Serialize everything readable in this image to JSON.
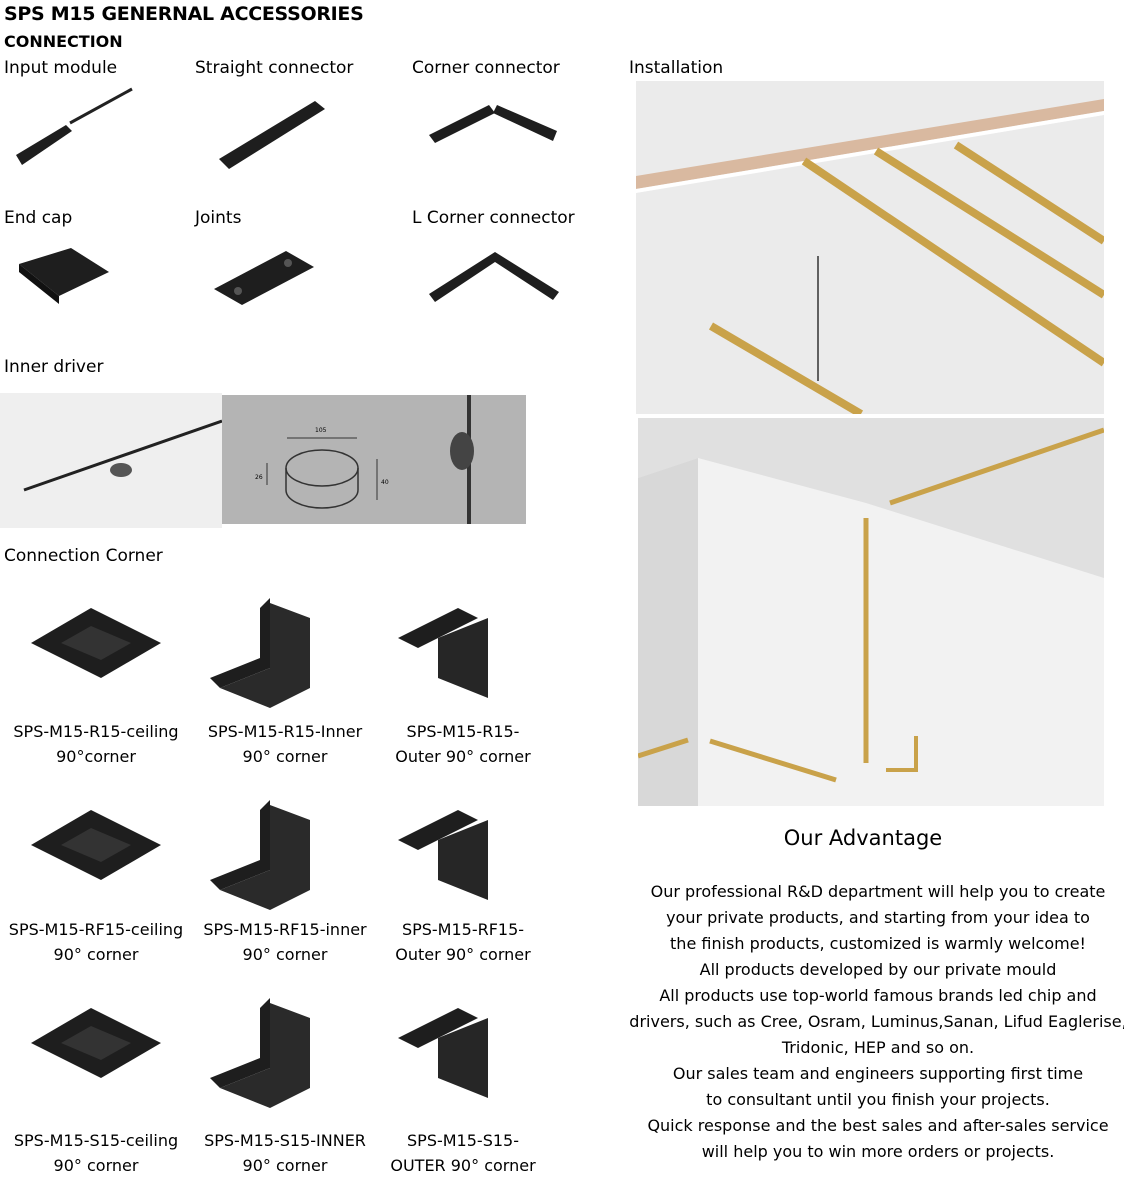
{
  "title": "SPS M15 GENERNAL ACCESSORIES",
  "section": "CONNECTION",
  "connection_items": [
    "Input module",
    "Straight connector",
    "Corner connector",
    "End cap",
    "Joints",
    "L Corner connector"
  ],
  "installation_label": "Installation",
  "inner_driver": {
    "label": "Inner driver",
    "dim_width": "105",
    "dim_height_left": "26",
    "dim_height_right": "40"
  },
  "connection_corner": {
    "label": "Connection Corner",
    "items": [
      {
        "line1": "SPS-M15-R15-ceiling",
        "line2": "90°corner"
      },
      {
        "line1": "SPS-M15-R15-Inner",
        "line2": "90° corner"
      },
      {
        "line1": "SPS-M15-R15-",
        "line2": "Outer 90° corner"
      },
      {
        "line1": "SPS-M15-RF15-ceiling",
        "line2": "90° corner"
      },
      {
        "line1": "SPS-M15-RF15-inner",
        "line2": "90° corner"
      },
      {
        "line1": "SPS-M15-RF15-",
        "line2": "Outer 90° corner"
      },
      {
        "line1": "SPS-M15-S15-ceiling",
        "line2": "90° corner"
      },
      {
        "line1": "SPS-M15-S15-INNER",
        "line2": "90° corner"
      },
      {
        "line1": "SPS-M15-S15-",
        "line2": "OUTER 90° corner"
      }
    ]
  },
  "advantage": {
    "title": "Our Advantage",
    "lines": [
      "Our professional R&D department will help you to create",
      "your private products, and starting from your idea to",
      "the finish products, customized is warmly welcome!",
      "All products developed by our private mould",
      "All products use top-world famous brands led chip and",
      "drivers, such as Cree, Osram, Luminus,Sanan, Lifud Eaglerise,",
      "Tridonic, HEP and so on.",
      "Our sales team and engineers supporting first time",
      "to consultant until you finish your projects.",
      "Quick response and the best sales and after-sales service",
      "will help you to win more orders or projects."
    ]
  },
  "colors": {
    "profile": "#1e1e1e",
    "gold": "#c9a24a",
    "wall": "#e6e6e6",
    "driver_bg": "#b4b4b4"
  }
}
